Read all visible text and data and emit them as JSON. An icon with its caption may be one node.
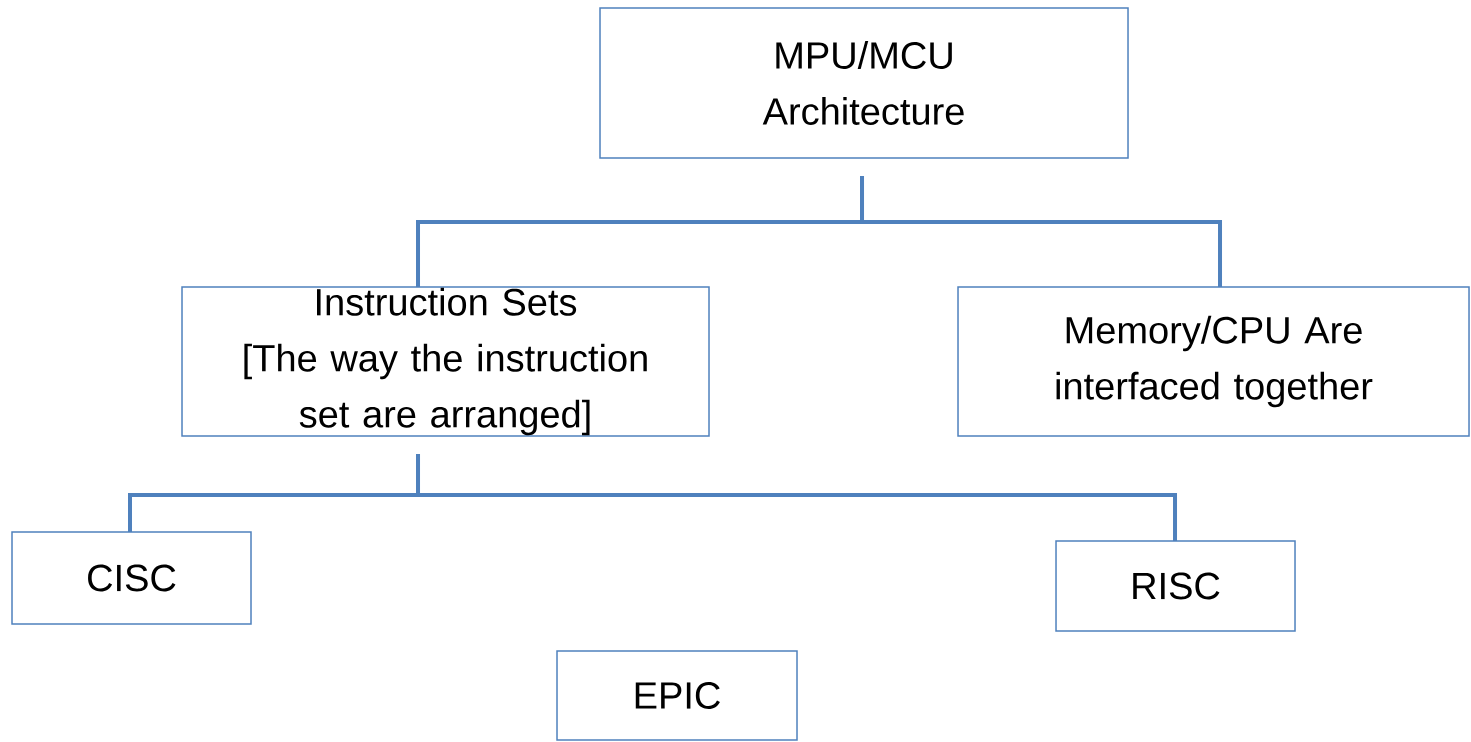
{
  "diagram": {
    "nodes": [
      {
        "text": [
          "MPU/MCU Architecture"
        ]
      },
      {
        "text": [
          "Instruction Sets",
          "[The way the instruction set are arranged]"
        ]
      },
      {
        "text": [
          "Memory/CPU Are interfaced together"
        ]
      },
      {
        "text": [
          "CISC"
        ]
      },
      {
        "text": [
          "RISC"
        ]
      },
      {
        "text": [
          "EPIC"
        ]
      }
    ],
    "edges": [
      {
        "from": 0,
        "to": 1,
        "arrow": "none"
      },
      {
        "from": 0,
        "to": 2,
        "arrow": "none"
      },
      {
        "from": 1,
        "to": 3,
        "arrow": "none"
      },
      {
        "from": 1,
        "to": 4,
        "arrow": "none"
      }
    ]
  }
}
